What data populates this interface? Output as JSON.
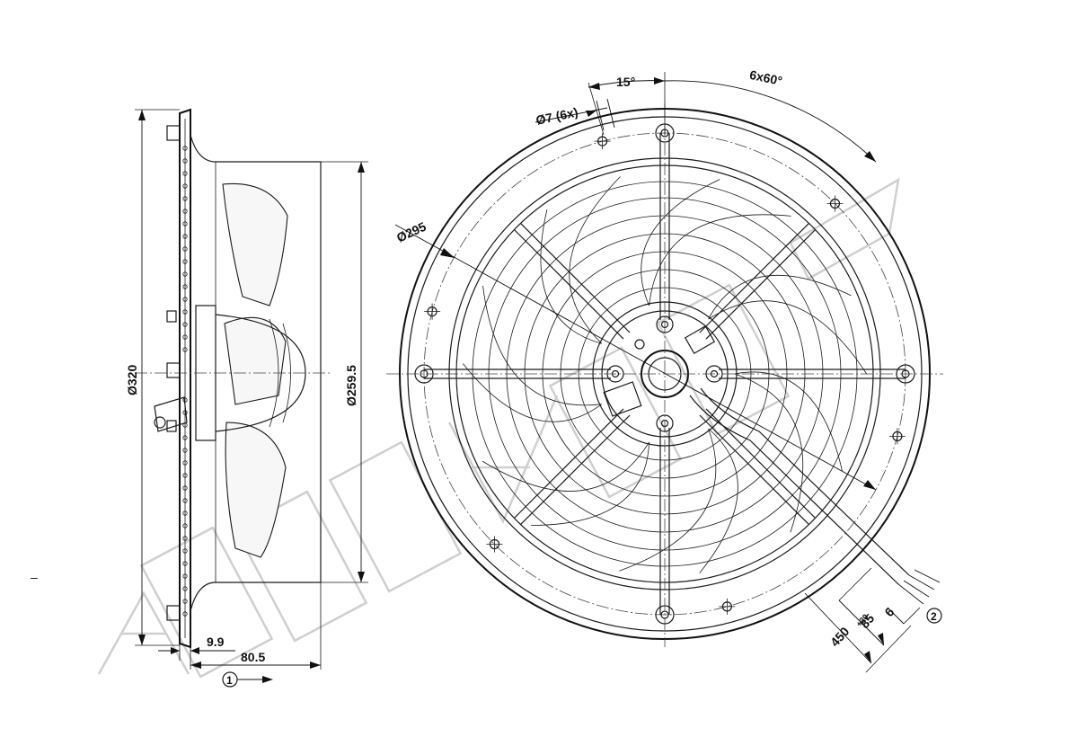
{
  "side_view": {
    "dim_overall_diameter": "Ø320",
    "dim_inner_diameter": "Ø259.5",
    "dim_flange_offset": "9.9",
    "dim_depth": "80.5",
    "airflow_marker": "1"
  },
  "front_view": {
    "dim_angle_offset": "15°",
    "dim_bolt_pattern": "6x60°",
    "dim_hole_size": "Ø7 (6x)",
    "dim_bolt_circle": "Ø295",
    "dim_cable_length": "450",
    "dim_cable_tolerance": "+20",
    "dim_cable_strip": "85",
    "dim_wire_strip": "6",
    "cable_marker": "2"
  },
  "other": {
    "edge_mark": "–"
  },
  "colors": {
    "line": "#1a1a1a",
    "watermark": "#cfcfcf",
    "background": "#ffffff"
  }
}
